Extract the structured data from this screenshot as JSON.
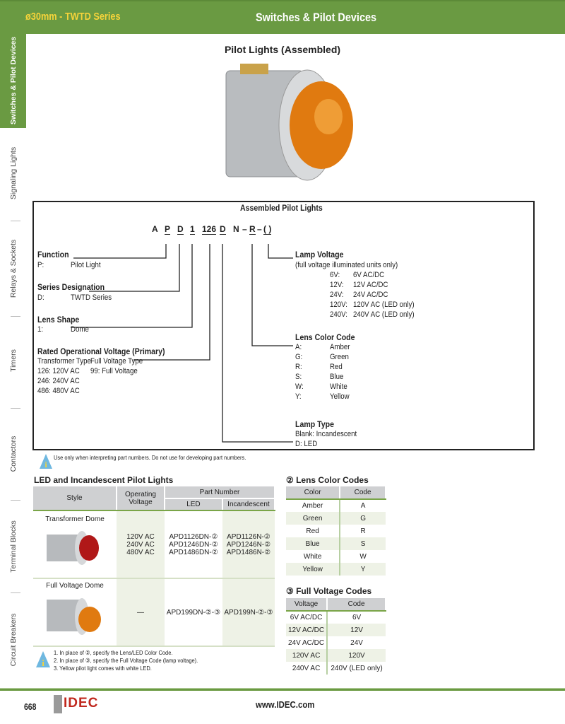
{
  "header": {
    "series": "ø30mm - TWTD Series",
    "section": "Switches & Pilot Devices"
  },
  "sidebar": {
    "items": [
      "Switches & Pilot Devices",
      "Signaling Lights",
      "Relays & Sockets",
      "Timers",
      "Contactors",
      "Terminal Blocks",
      "Circuit Breakers"
    ]
  },
  "page_title": "Pilot Lights (Assembled)",
  "diagram": {
    "title": "Assembled Pilot Lights",
    "part_code": [
      "A",
      "P",
      "D",
      "1",
      "126",
      "D",
      "N",
      "–",
      "R",
      "–",
      "( )"
    ],
    "function": {
      "label": "Function",
      "code": "P:",
      "desc": "Pilot Light"
    },
    "series": {
      "label": "Series Designation",
      "code": "D:",
      "desc": "TWTD Series"
    },
    "lens_shape": {
      "label": "Lens Shape",
      "code": "1:",
      "desc": "Dome"
    },
    "rated": {
      "label": "Rated Operational Voltage (Primary)",
      "col1": "Transformer Type",
      "col2": "Full Voltage Type",
      "rows": [
        "126:  120V AC",
        "246:  240V AC",
        "486: 480V AC"
      ],
      "fv": "99: Full Voltage"
    },
    "lamp_voltage": {
      "label": "Lamp Voltage",
      "note": "(full voltage illuminated units only)",
      "items": [
        [
          "6V:",
          "6V AC/DC"
        ],
        [
          "12V:",
          "12V AC/DC"
        ],
        [
          "24V:",
          "24V AC/DC"
        ],
        [
          "120V:",
          "120V AC (LED only)"
        ],
        [
          "240V:",
          "240V AC (LED only)"
        ]
      ]
    },
    "lens_color": {
      "label": "Lens Color Code",
      "items": [
        [
          "A:",
          "Amber"
        ],
        [
          "G:",
          "Green"
        ],
        [
          "R:",
          "Red"
        ],
        [
          "S:",
          "Blue"
        ],
        [
          "W:",
          "White"
        ],
        [
          "Y:",
          "Yellow"
        ]
      ]
    },
    "lamp_type": {
      "label": "Lamp Type",
      "items": [
        "Blank: Incandescent",
        "D: LED"
      ]
    }
  },
  "warning": "Use only when interpreting part numbers. Do not use for developing part numbers.",
  "led_table": {
    "title": "LED and Incandescent Pilot Lights",
    "headers": {
      "style": "Style",
      "voltage": "Operating Voltage",
      "part": "Part Number",
      "led": "LED",
      "inc": "Incandescent"
    },
    "rows": [
      {
        "style": "Transformer Dome",
        "voltage": [
          "120V AC",
          "240V AC",
          "480V AC"
        ],
        "led": [
          "APD1126DN-②",
          "APD1246DN-②",
          "APD1486DN-②"
        ],
        "inc": [
          "APD1126N-②",
          "APD1246N-②",
          "APD1486N-②"
        ]
      },
      {
        "style": "Full Voltage Dome",
        "voltage": [
          "—"
        ],
        "led": [
          "APD199DN-②-③"
        ],
        "inc": [
          "APD199N-②-③"
        ]
      }
    ],
    "notes": [
      "1.  In place of ②, specify the Lens/LED Color Code.",
      "2.  In place of ③, specify the Full Voltage Code (lamp voltage).",
      "3.  Yellow pilot light comes with white LED."
    ]
  },
  "lens_codes": {
    "title": "② Lens Color Codes",
    "headers": [
      "Color",
      "Code"
    ],
    "rows": [
      [
        "Amber",
        "A"
      ],
      [
        "Green",
        "G"
      ],
      [
        "Red",
        "R"
      ],
      [
        "Blue",
        "S"
      ],
      [
        "White",
        "W"
      ],
      [
        "Yellow",
        "Y"
      ]
    ]
  },
  "fv_codes": {
    "title": "③ Full Voltage Codes",
    "headers": [
      "Voltage",
      "Code"
    ],
    "rows": [
      [
        "6V AC/DC",
        "6V"
      ],
      [
        "12V AC/DC",
        "12V"
      ],
      [
        "24V AC/DC",
        "24V"
      ],
      [
        "120V AC",
        "120V"
      ],
      [
        "240V AC",
        "240V (LED only)"
      ]
    ]
  },
  "footer": {
    "page": "668",
    "logo": "IDEC",
    "url": "www.IDEC.com"
  },
  "colors": {
    "brand_green": "#6a9a42",
    "header_yellow": "#f5d33a",
    "idec_red": "#c0281e"
  }
}
